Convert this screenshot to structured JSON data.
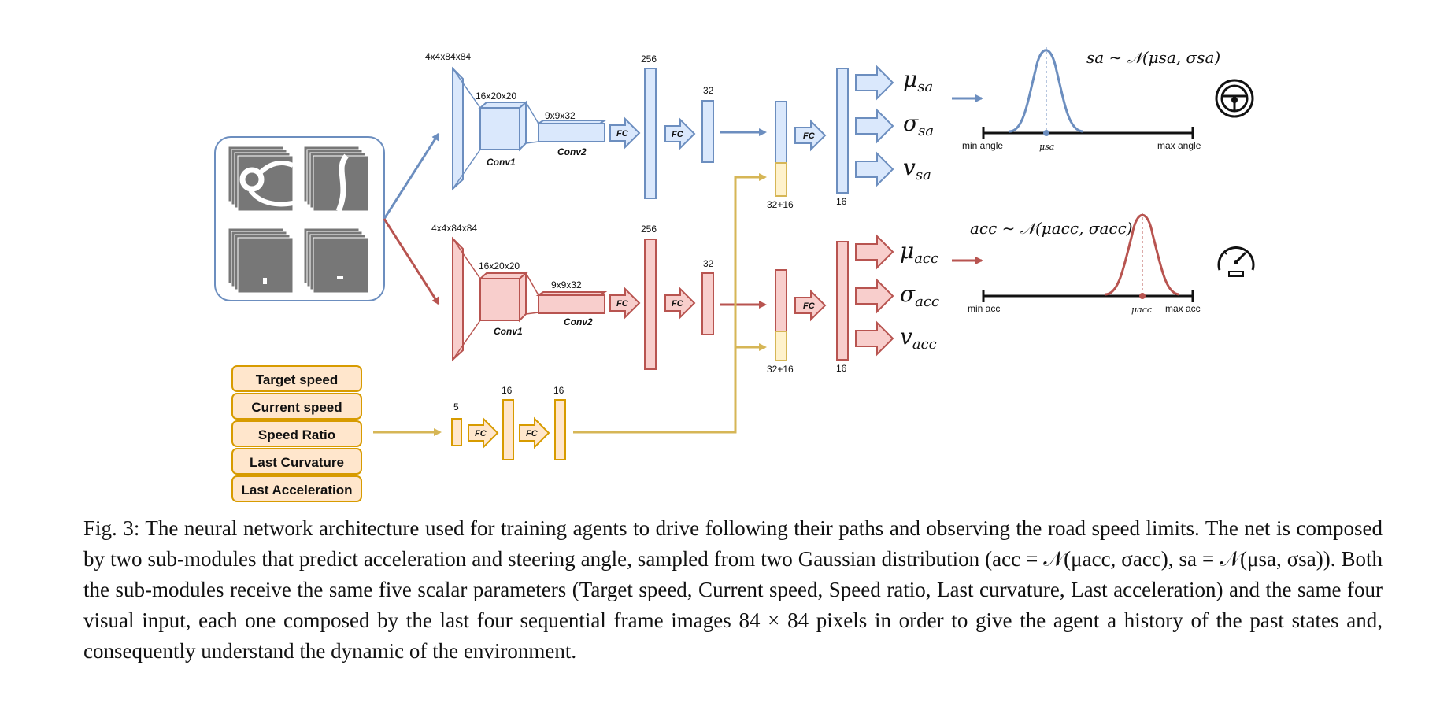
{
  "colors": {
    "blue_stroke": "#6c8ebf",
    "blue_fill": "#dae8fc",
    "red_stroke": "#b85450",
    "red_fill": "#f8cecc",
    "yellow_stroke": "#d6b656",
    "yellow_fill": "#fff2cc",
    "orange_stroke": "#d79b00",
    "orange_fill": "#ffe6cc"
  },
  "steer_branch": {
    "input_dim": "4x4x84x84",
    "conv1_dim": "16x20x20",
    "conv1_label": "Conv1",
    "conv2_dim": "9x9x32",
    "conv2_label": "Conv2",
    "fc_label": "FC",
    "dense1": "256",
    "dense2": "32",
    "concat": "32+16",
    "out_dim": "16",
    "outputs": [
      {
        "sym": "μ",
        "sub": "sa"
      },
      {
        "sym": "σ",
        "sub": "sa"
      },
      {
        "sym": "v",
        "sub": "sa"
      }
    ],
    "dist_formula": "sa ∼ 𝒩(μsa, σsa)",
    "axis_min": "min angle",
    "axis_max": "max angle",
    "axis_mu": "μsa",
    "icon": "steering-wheel-icon"
  },
  "acc_branch": {
    "input_dim": "4x4x84x84",
    "conv1_dim": "16x20x20",
    "conv1_label": "Conv1",
    "conv2_dim": "9x9x32",
    "conv2_label": "Conv2",
    "fc_label": "FC",
    "dense1": "256",
    "dense2": "32",
    "concat": "32+16",
    "out_dim": "16",
    "outputs": [
      {
        "sym": "μ",
        "sub": "acc"
      },
      {
        "sym": "σ",
        "sub": "acc"
      },
      {
        "sym": "v",
        "sub": "acc"
      }
    ],
    "dist_formula": "acc ∼ 𝒩(μacc, σacc)",
    "axis_min": "min acc",
    "axis_max": "max acc",
    "axis_mu": "μacc",
    "icon": "speedometer-icon"
  },
  "scalar_branch": {
    "inputs": [
      "Target speed",
      "Current speed",
      "Speed Ratio",
      "Last Curvature",
      "Last Acceleration"
    ],
    "dim_in": "5",
    "dim_h1": "16",
    "dim_h2": "16",
    "fc_label": "FC"
  },
  "caption": "Fig. 3: The neural network architecture used for training agents to drive following their paths and observing the road speed limits. The net is composed by two sub-modules that predict acceleration and steering angle, sampled from two Gaussian distribution (acc = 𝒩(μacc, σacc), sa = 𝒩(μsa, σsa)). Both the sub-modules receive the same five scalar parameters (Target speed, Current speed, Speed ratio, Last curvature, Last acceleration) and the same four visual input, each one composed by the last four sequential frame images 84 × 84 pixels in order to give the agent a history of the past states and, consequently understand the dynamic of the environment."
}
